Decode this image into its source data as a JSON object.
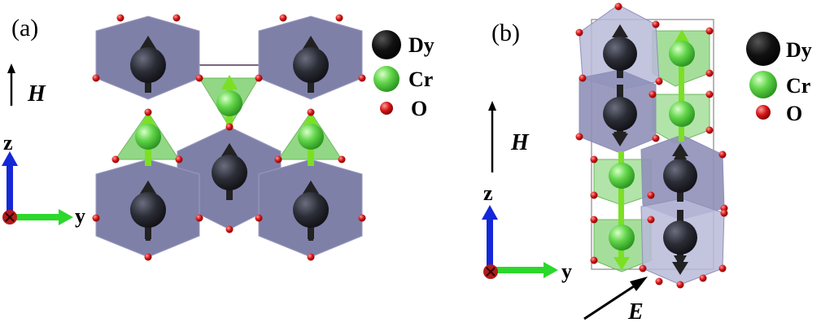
{
  "panels": [
    {
      "id": "a",
      "label": "(a)",
      "legend": [
        "Dy",
        "Cr",
        "O"
      ],
      "field_label": "H",
      "axis_vertical": "z",
      "axis_horizontal": "y"
    },
    {
      "id": "b",
      "label": "(b)",
      "legend": [
        "Dy",
        "Cr",
        "O"
      ],
      "field_label": "H",
      "axis_vertical": "z",
      "axis_horizontal": "y",
      "electric_label": "E"
    }
  ],
  "colors": {
    "dy_atom": "#1b1b22",
    "cr_atom": "#5fd64a",
    "o_atom": "#d11a1a",
    "dy_polyhedron": "#7f80a8",
    "dy_polyhedron_light": "#b9bad8",
    "cr_polyhedron": "#7fd070",
    "spin_arrow_dy": "#2a2a2a",
    "spin_arrow_cr": "#7be024",
    "axis_z": "#1428d8",
    "axis_y": "#2bd82b",
    "axis_x": "#b31b1b"
  }
}
